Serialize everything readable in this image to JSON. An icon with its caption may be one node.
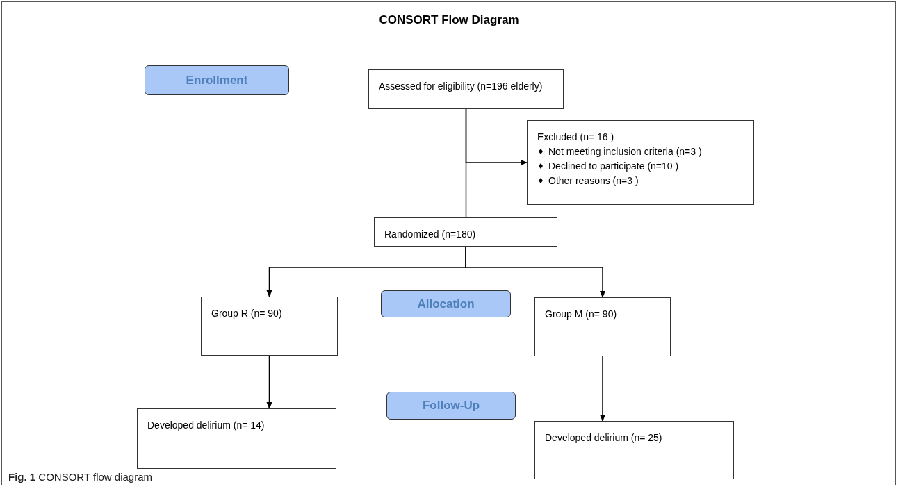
{
  "diagram": {
    "title": "CONSORT Flow Diagram",
    "caption": "**Fig. 1** CONSORT flow diagram",
    "nodes": [
      {
        "text": [
          "Enrollment"
        ]
      },
      {
        "text": [
          "Assessed for eligibility (n=196 elderly)"
        ]
      },
      {
        "text": [
          "Excluded (n= 16 )",
          "Not meeting inclusion criteria (n=3 )",
          "Declined to participate (n=10 )",
          "Other reasons (n=3 )"
        ]
      },
      {
        "text": [
          "Randomized (n=180)"
        ]
      },
      {
        "text": [
          "Allocation"
        ]
      },
      {
        "text": [
          "Group R (n= 90)"
        ]
      },
      {
        "text": [
          "Group M (n= 90)"
        ]
      },
      {
        "text": [
          "Follow-Up"
        ]
      },
      {
        "text": [
          "Developed delirium (n= 14)"
        ]
      },
      {
        "text": [
          "Developed delirium (n= 25)"
        ]
      }
    ],
    "edges": [
      {
        "from": 1,
        "to": 3,
        "arrow": "none"
      },
      {
        "from": 1,
        "to": 2,
        "arrow": "to"
      },
      {
        "from": 3,
        "to": 5,
        "arrow": "to"
      },
      {
        "from": 3,
        "to": 6,
        "arrow": "to"
      },
      {
        "from": 5,
        "to": 8,
        "arrow": "to"
      },
      {
        "from": 6,
        "to": 9,
        "arrow": "to"
      }
    ]
  }
}
